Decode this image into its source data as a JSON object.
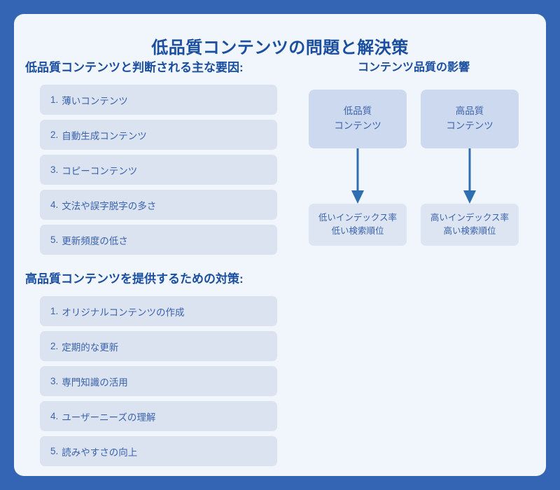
{
  "page": {
    "title": "低品質コンテンツの問題と解決策",
    "background_color": "#3464b4",
    "card_color": "#f1f5fc",
    "accent_color": "#1a4fa0",
    "arrow_color": "#2f6fb0"
  },
  "left": {
    "section1": {
      "heading": "低品質コンテンツと判断される主な要因:",
      "items": [
        {
          "num": "1.",
          "label": "薄いコンテンツ"
        },
        {
          "num": "2.",
          "label": "自動生成コンテンツ"
        },
        {
          "num": "3.",
          "label": "コピーコンテンツ"
        },
        {
          "num": "4.",
          "label": "文法や誤字脱字の多さ"
        },
        {
          "num": "5.",
          "label": "更新頻度の低さ"
        }
      ]
    },
    "section2": {
      "heading": "高品質コンテンツを提供するための対策:",
      "items": [
        {
          "num": "1.",
          "label": "オリジナルコンテンツの作成"
        },
        {
          "num": "2.",
          "label": "定期的な更新"
        },
        {
          "num": "3.",
          "label": "専門知識の活用"
        },
        {
          "num": "4.",
          "label": "ユーザーニーズの理解"
        },
        {
          "num": "5.",
          "label": "読みやすさの向上"
        }
      ]
    }
  },
  "diagram": {
    "title": "コンテンツ品質の影響",
    "columns": [
      {
        "top_line1": "低品質",
        "top_line2": "コンテンツ",
        "bottom_line1": "低いインデックス率",
        "bottom_line2": "低い検索順位"
      },
      {
        "top_line1": "高品質",
        "top_line2": "コンテンツ",
        "bottom_line1": "高いインデックス率",
        "bottom_line2": "高い検索順位"
      }
    ]
  }
}
